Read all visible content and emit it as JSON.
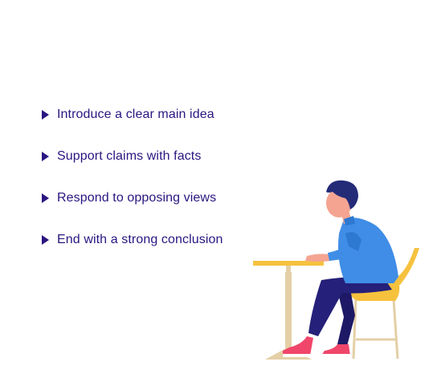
{
  "bullets": [
    {
      "label": "Introduce a clear main idea"
    },
    {
      "label": "Support claims with facts"
    },
    {
      "label": "Respond to opposing views"
    },
    {
      "label": "End with a strong conclusion"
    }
  ],
  "colors": {
    "text": "#2a1580",
    "shirt": "#3f8de6",
    "pants": "#252079",
    "chair": "#f6c23e",
    "table_top": "#f6c23e",
    "table_leg": "#e4cfa6",
    "shoes": "#f0466a",
    "skin": "#f4a491",
    "hair": "#242c78"
  },
  "illustration": {
    "icon": "person-sitting-at-table-illustration"
  }
}
